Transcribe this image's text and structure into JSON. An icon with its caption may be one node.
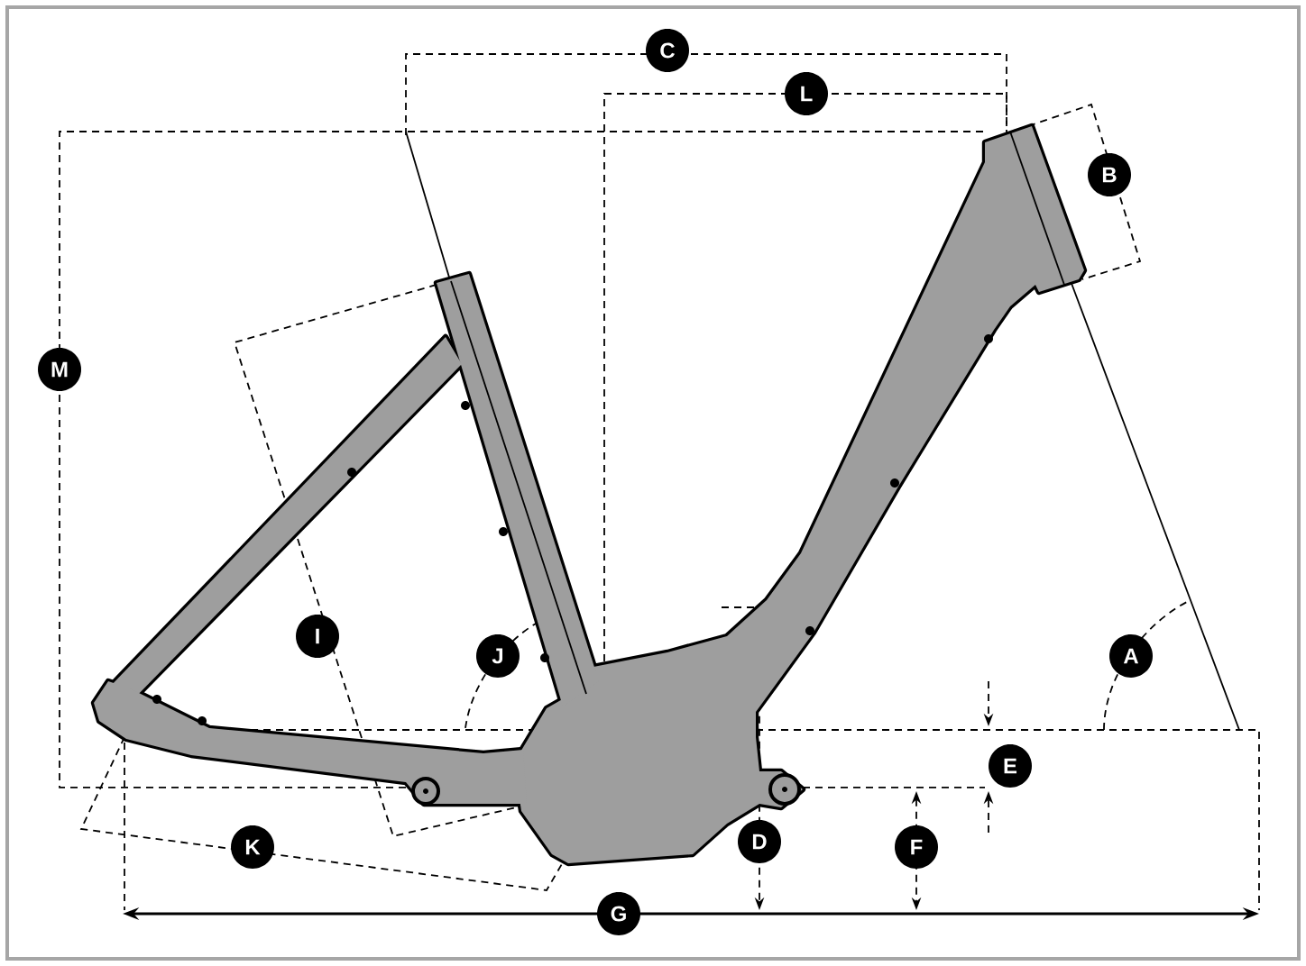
{
  "diagram": {
    "labels": [
      "C",
      "L",
      "B",
      "M",
      "I",
      "J",
      "A",
      "E",
      "K",
      "D",
      "F",
      "G"
    ]
  }
}
